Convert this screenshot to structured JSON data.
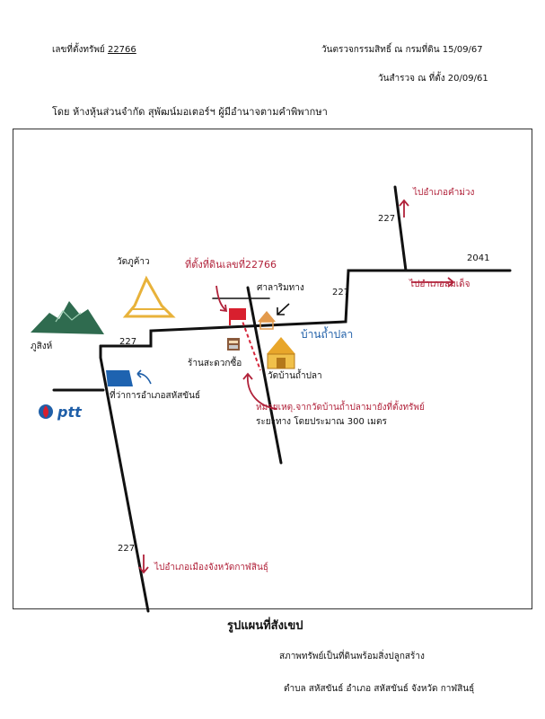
{
  "header": {
    "asset_label": "เลขที่ตั้งทรัพย์",
    "asset_no": "22766",
    "inspection_land_dept": "วันตรวจกรรมสิทธิ์ ณ กรมที่ดิน 15/09/67",
    "inspection_site": "วันสำรวจ ณ ที่ตั้ง 20/09/61",
    "by_line": "โดย ห้างหุ้นส่วนจำกัด สุพัฒน์มอเตอร์ฯ ผู้มีอำนาจตามคำพิพากษา"
  },
  "map": {
    "labels": {
      "to_kham_muang": "ไปอำเภอคำม่วง",
      "to_somdet": "ไปอำเภอสมเด็จ",
      "to_mueang_kalasin": "ไปอำเภอเมืองจังหวัดกาฬสินธุ์",
      "land_location": "ที่ตั้งที่ดินเลขที่22766",
      "wat_phu_khao": "วัดภูค้าว",
      "sala_rim_thang": "ศาลาริมทาง",
      "ban_tham_pla": "บ้านถ้ำปลา",
      "phu_sing": "ภูสิงห์",
      "shop": "ร้านสะดวกซื้อ",
      "wat_ban_tham_pla": "วัดบ้านถ้ำปลา",
      "district_office": "ที่ว่าการอำเภอสหัสขันธ์",
      "ptt": "ptt",
      "road_227_a": "227",
      "road_227_b": "227",
      "road_227_c": "227",
      "road_227_d": "227",
      "road_2041": "2041",
      "note_1": "หมายเหตุ.จากวัดบ้านถ้ำปลามายังที่ตั้งทรัพย์",
      "note_2": "ระยะทาง โดยประมาณ 300 เมตร"
    },
    "colors": {
      "accent_red": "#b1223a",
      "water_blue": "#1f5fa8",
      "pagoda_gold": "#e8b23a",
      "mountain_green": "#2f6b4f"
    }
  },
  "footer": {
    "title": "รูปแผนที่สังเขป",
    "status": "สภาพทรัพย์เป็นที่ดินพร้อมสิ่งปลูกสร้าง",
    "location": "ตำบล สหัสขันธ์  อำเภอ สหัสขันธ์  จังหวัด กาฬสินธุ์"
  }
}
